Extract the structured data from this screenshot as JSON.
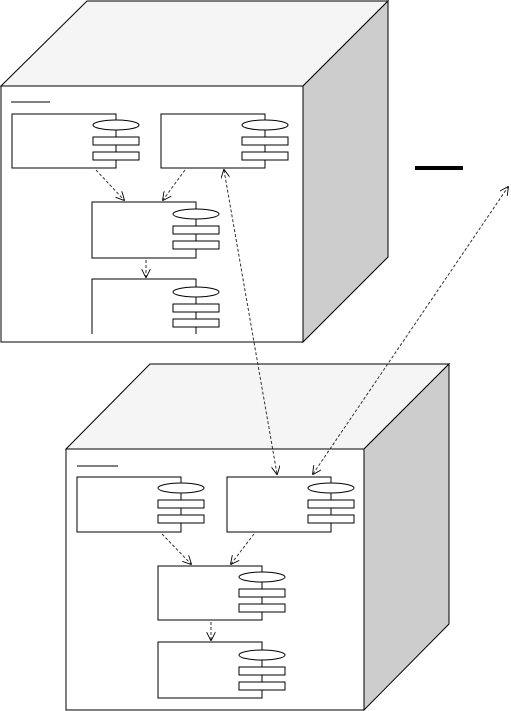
{
  "canvas": {
    "background": "#ffffff"
  },
  "colors": {
    "stroke": "#000000",
    "node_front": "#ffffff",
    "node_top": "#f5f5f5",
    "node_side": "#cdcdcd",
    "component_fill": "#ffffff",
    "dependency_line": "#333333",
    "legend_bar": "#000000"
  },
  "nodes": [
    {
      "id": "node-top",
      "name_label": "",
      "components": [
        {
          "id": "c-top-1",
          "label": ""
        },
        {
          "id": "c-top-2",
          "label": ""
        },
        {
          "id": "c-top-3",
          "label": ""
        },
        {
          "id": "c-top-4",
          "label": ""
        }
      ]
    },
    {
      "id": "node-bottom",
      "name_label": "",
      "components": [
        {
          "id": "c-bot-1",
          "label": ""
        },
        {
          "id": "c-bot-2",
          "label": ""
        },
        {
          "id": "c-bot-3",
          "label": ""
        },
        {
          "id": "c-bot-4",
          "label": ""
        }
      ]
    }
  ],
  "connections": [
    {
      "from": "c-top-1",
      "to": "c-top-3",
      "style": "dashed",
      "arrow": "open"
    },
    {
      "from": "c-top-2",
      "to": "c-top-3",
      "style": "dashed",
      "arrow": "open"
    },
    {
      "from": "c-top-3",
      "to": "c-top-4",
      "style": "dashed",
      "arrow": "open"
    },
    {
      "from": "c-top-2",
      "to": "c-bot-2",
      "style": "dashed",
      "arrow": "both"
    },
    {
      "from": "c-bot-2",
      "to": "external",
      "style": "dashed",
      "arrow": "both"
    },
    {
      "from": "c-bot-1",
      "to": "c-bot-3",
      "style": "dashed",
      "arrow": "open"
    },
    {
      "from": "c-bot-2",
      "to": "c-bot-3",
      "style": "dashed",
      "arrow": "open"
    },
    {
      "from": "c-bot-3",
      "to": "c-bot-4",
      "style": "dashed",
      "arrow": "open"
    }
  ]
}
